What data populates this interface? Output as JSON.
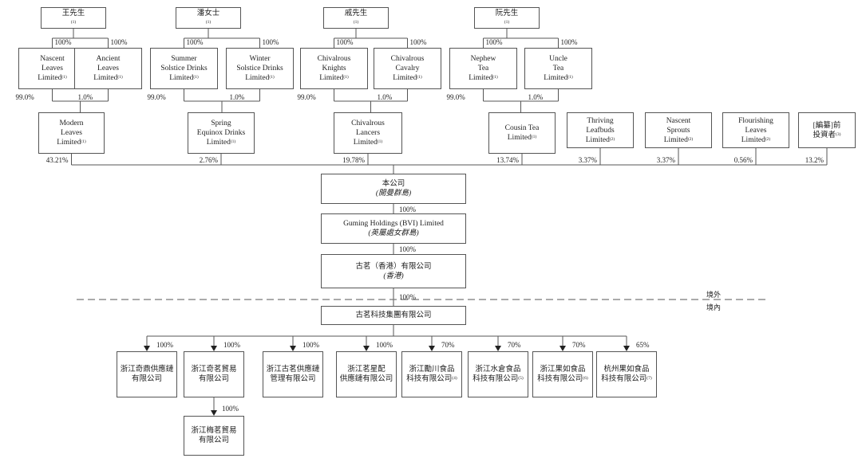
{
  "persons": [
    {
      "name": "王先生",
      "sup": "(1)"
    },
    {
      "name": "潘女士",
      "sup": "(1)"
    },
    {
      "name": "戚先生",
      "sup": "(1)"
    },
    {
      "name": "阮先生",
      "sup": "(1)"
    }
  ],
  "holdcos": [
    {
      "lines": [
        "Nascent",
        "Leaves",
        "Limited"
      ],
      "sup": "(1)",
      "pct": "100%"
    },
    {
      "lines": [
        "Ancient",
        "Leaves",
        "Limited"
      ],
      "sup": "(1)",
      "pct": "100%"
    },
    {
      "lines": [
        "Summer",
        "Solstice Drinks",
        "Limited"
      ],
      "sup": "(1)",
      "pct": "100%"
    },
    {
      "lines": [
        "Winter",
        "Solstice Drinks",
        "Limited"
      ],
      "sup": "(1)",
      "pct": "100%"
    },
    {
      "lines": [
        "Chivalrous",
        "Knights",
        "Limited"
      ],
      "sup": "(1)",
      "pct": "100%"
    },
    {
      "lines": [
        "Chivalrous",
        "Cavalry",
        "Limited"
      ],
      "sup": "(1)",
      "pct": "100%"
    },
    {
      "lines": [
        "Nephew",
        "Tea",
        "Limited"
      ],
      "sup": "(1)",
      "pct": "100%"
    },
    {
      "lines": [
        "Uncle",
        "Tea",
        "Limited"
      ],
      "sup": "(1)",
      "pct": "100%"
    }
  ],
  "holdco_pcts": {
    "left": "99.0%",
    "right": "1.0%"
  },
  "shareholders": [
    {
      "lines": [
        "Modern",
        "Leaves",
        "Limited"
      ],
      "sup": "(1)",
      "pct": "43.21%"
    },
    {
      "lines": [
        "Spring",
        "Equinox Drinks",
        "Limited"
      ],
      "sup": "(1)",
      "pct": "2.76%"
    },
    {
      "lines": [
        "Chivalrous",
        "Lancers",
        "Limited"
      ],
      "sup": "(1)",
      "pct": "19.78%"
    },
    {
      "lines": [
        "Cousin Tea",
        "Limited"
      ],
      "sup": "(1)",
      "pct": "13.74%"
    },
    {
      "lines": [
        "Thriving",
        "Leafbuds",
        "Limited"
      ],
      "sup": "(2)",
      "pct": "3.37%"
    },
    {
      "lines": [
        "Nascent",
        "Sprouts",
        "Limited"
      ],
      "sup": "(2)",
      "pct": "3.37%"
    },
    {
      "lines": [
        "Flourishing",
        "Leaves",
        "Limited"
      ],
      "sup": "(2)",
      "pct": "0.56%"
    },
    {
      "lines": [
        "[編纂]前",
        "投資者"
      ],
      "sup": "(3)",
      "pct": "13.2%"
    }
  ],
  "chain": [
    {
      "name": "本公司",
      "sub": "(開曼群島)",
      "pct": "100%"
    },
    {
      "name": "Guming Holdings (BVI) Limited",
      "sub": "(英屬處女群島)",
      "pct": "100%"
    },
    {
      "name": "古茗（香港）有限公司",
      "sub": "(香港)",
      "pct": "100%"
    },
    {
      "name": "古茗科技集團有限公司",
      "sub": "",
      "pct": ""
    }
  ],
  "border_labels": {
    "offshore": "境外",
    "onshore": "境內"
  },
  "subsidiaries": [
    {
      "lines": [
        "浙江奇鼎供應鏈",
        "有限公司"
      ],
      "sup": "",
      "pct": "100%"
    },
    {
      "lines": [
        "浙江奇茗貿易",
        "有限公司"
      ],
      "sup": "",
      "pct": "100%"
    },
    {
      "lines": [
        "浙江古茗供應鏈",
        "管理有限公司"
      ],
      "sup": "",
      "pct": "100%"
    },
    {
      "lines": [
        "浙江茗星配",
        "供應鏈有限公司"
      ],
      "sup": "",
      "pct": "100%"
    },
    {
      "lines": [
        "浙江勵川食品",
        "科技有限公司"
      ],
      "sup": "(4)",
      "pct": "70%"
    },
    {
      "lines": [
        "浙江水倉食品",
        "科技有限公司"
      ],
      "sup": "(5)",
      "pct": "70%"
    },
    {
      "lines": [
        "浙江果如食品",
        "科技有限公司"
      ],
      "sup": "(6)",
      "pct": "70%"
    },
    {
      "lines": [
        "杭州果如食品",
        "科技有限公司"
      ],
      "sup": "(7)",
      "pct": "65%"
    }
  ],
  "sub_subsidiary": {
    "lines": [
      "浙江梅茗貿易",
      "有限公司"
    ],
    "sup": "",
    "pct": "100%"
  }
}
